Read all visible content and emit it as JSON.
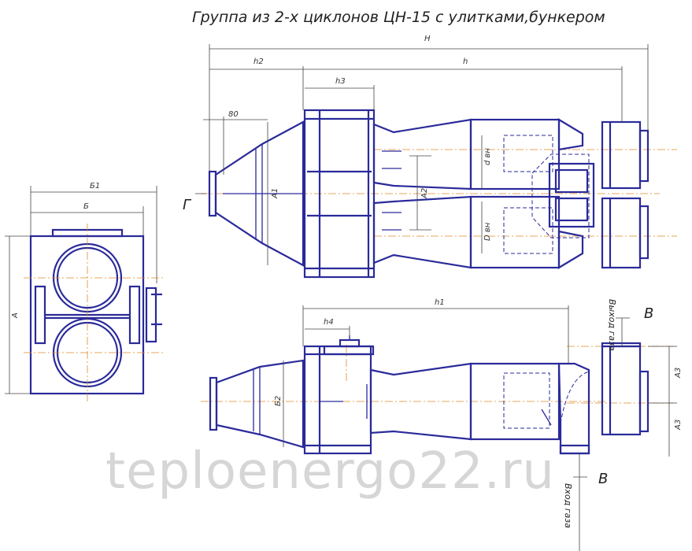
{
  "title": "Группа из 2-х циклонов ЦН-15 с улитками,бункером",
  "watermark": "teploenergo22.ru",
  "view_marks": {
    "g": "Г",
    "v_top": "В",
    "v_bottom": "В"
  },
  "notes": {
    "outlet": "Выход газа",
    "inlet": "Вход газа"
  },
  "dims": {
    "H": "H",
    "h": "h",
    "h1": "h1",
    "h2": "h2",
    "h3": "h3",
    "h4": "h4",
    "d80": "80",
    "A": "A",
    "A1": "A1",
    "A2": "A2",
    "A3a": "A3",
    "A3b": "A3",
    "B": "Б",
    "B1": "Б1",
    "B2": "Б2",
    "dvn1": "d вн",
    "dvn2": "D вн"
  },
  "colors": {
    "outline": "#2a2a9a",
    "axis": "#e08a2a",
    "dimension": "#444444",
    "watermark": "#cfcfcf"
  }
}
